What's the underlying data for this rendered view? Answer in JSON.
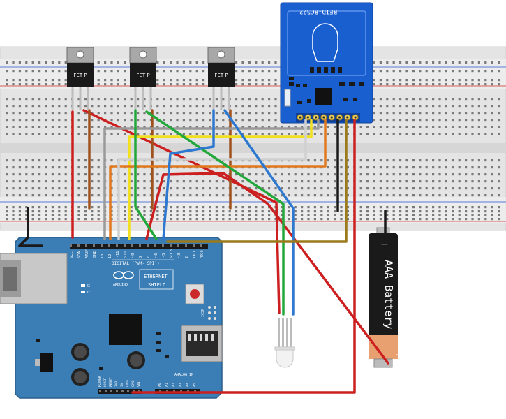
{
  "fet_label": "FET P",
  "rfid": {
    "label": "RFID-RC522",
    "pins": [
      "",
      "",
      "",
      "",
      "",
      "",
      "",
      ""
    ]
  },
  "arduino": {
    "logo": "ARDUINO",
    "ethernet": "ETHERNET",
    "shield": "SHIELD",
    "digital_label": "DIGITAL (PWM~ SPI¹)",
    "top_pins": [
      "SCL",
      "SDA",
      "AREF",
      "GND",
      "13",
      "12",
      "~11",
      "~10",
      "~9",
      "8",
      "7",
      "~6",
      "~5",
      "SDCS",
      "~3",
      "2",
      "TX 1",
      "RX 0"
    ],
    "power_pins": [
      "POWER",
      "IOREF",
      "RESET",
      "3V3",
      "5V",
      "GND",
      "GND",
      "VIN"
    ],
    "analog_label": "ANALOG IN",
    "analog_pins": [
      "A0",
      "A1",
      "A2",
      "A3",
      "A4",
      "A5"
    ],
    "icsp": "ICSP",
    "tx": "TX",
    "rx": "RX"
  },
  "battery": {
    "label": "AAA Battery",
    "minus": "−",
    "plus": "+"
  },
  "colors": {
    "red": "#cc1f1f",
    "brown": "#a0521e",
    "gray": "#9a9a9a",
    "yellow": "#f0e020",
    "orange": "#e0781e",
    "green": "#22a83a",
    "blue": "#2e78d0",
    "black": "#1a1a1a",
    "olive": "#9a7a1a",
    "arduino_blue": "#3b7db5",
    "rfid_blue": "#1a5fd0"
  }
}
